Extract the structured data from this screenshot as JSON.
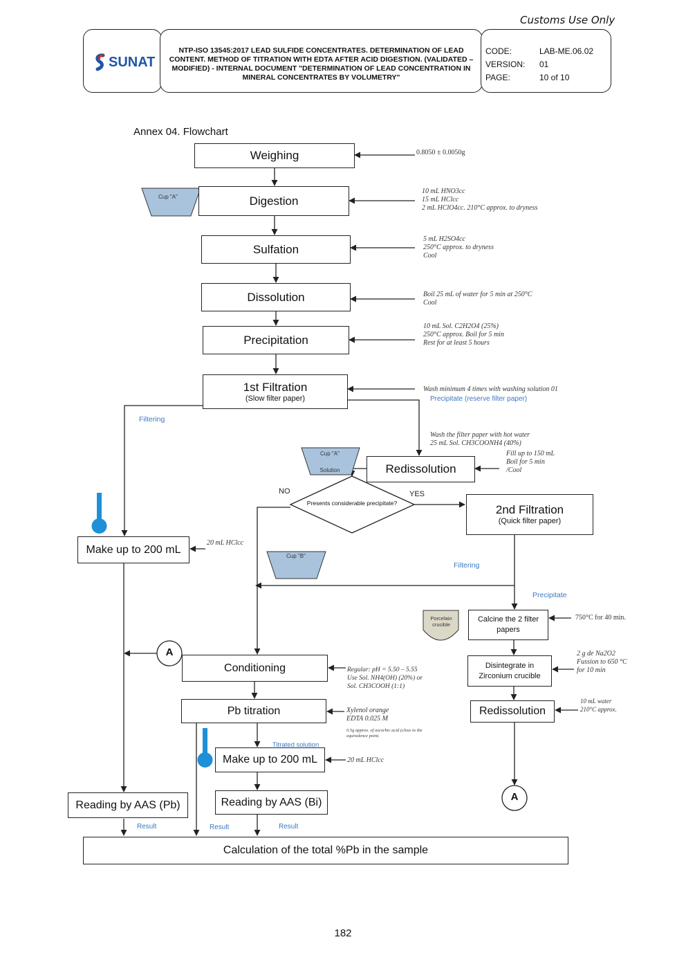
{
  "header": {
    "top_right": "Customs Use Only",
    "logo_text": "SUNAT",
    "title": "NTP-ISO 13545:2017 LEAD SULFIDE CONCENTRATES. DETERMINATION OF LEAD CONTENT. METHOD OF TITRATION WITH EDTA AFTER ACID DIGESTION. (VALIDATED – MODIFIED) - INTERNAL DOCUMENT \"DETERMINATION OF LEAD CONCENTRATION IN MINERAL CONCENTRATES BY VOLUMETRY\"",
    "code_label": "CODE:",
    "code_value": "LAB-ME.06.02",
    "version_label": "VERSION:",
    "version_value": "01",
    "page_label": "PAGE:",
    "page_value": "10 of 10"
  },
  "annex_title": "Annex 04. Flowchart",
  "steps": {
    "weighing": "Weighing",
    "digestion": "Digestion",
    "sulfation": "Sulfation",
    "dissolution": "Dissolution",
    "precipitation": "Precipitation",
    "filtration1": "1st Filtration",
    "filtration1_sub": "(Slow filter paper)",
    "redissolution1": "Redissolution",
    "decision": "Presents considerable precipitate?",
    "filtration2": "2nd Filtration",
    "filtration2_sub": "(Quick filter paper)",
    "makeup1": "Make up to 200 mL",
    "calcine": "Calcine the 2 filter papers",
    "disintegrate": "Disintegrate in Zirconium crucible",
    "redissolution2": "Redissolution",
    "conditioning": "Conditioning",
    "pb_titration": "Pb titration",
    "makeup2": "Make up to 200 mL",
    "reading_pb": "Reading by AAS (Pb)",
    "reading_bi": "Reading by AAS (Bi)",
    "calculation": "Calculation of the total %Pb in the sample"
  },
  "notes": {
    "weighing": "0.8050 ± 0.0050g",
    "digestion": "10 mL HNO3cc\n15 mL HClcc\n2 mL HClO4cc. 210°C approx. to dryness",
    "sulfation": "5 mL H2SO4cc\n250°C approx. to dryness\nCool",
    "dissolution": "Boil 25 mL of water for 5 min at 250°C\nCool",
    "precipitation": "10 mL Sol. C2H2O4 (25%)\n250°C approx. Boil for 5 min\nRest for at least 5 hours",
    "filtration1": "Wash minimum 4 times with washing solution 01",
    "wash_filter": "Wash the filter paper with hot water\n25 mL Sol. CH3COONH4 (40%)",
    "redissolution1": "Fill up to 150 mL\nBoil for 5 min\n/Cool",
    "makeup1": "20 mL HClcc",
    "conditioning": "Regular: pH = 5.50 – 5.55\nUse Sol. NH4(OH) (20%) or\nSol. CH3COOH (1:1)",
    "pb_titration": "Xylenol orange\nEDTA 0.025 M",
    "pb_titration_small": "0.5g approx. of ascorbic acid (close to the\nequivalence point.",
    "makeup2": "20 mL HClcc",
    "calcine": "750°C for 40 min.",
    "disintegrate": "2 g de Na2O2\nFussion to 650 °C\nfor 10 min",
    "redissolution2": "10 mL water\n210°C approx."
  },
  "labels": {
    "precipitate_reserve": "Precipitate (reserve filter paper)",
    "filtering1": "Filtering",
    "no": "NO",
    "yes": "YES",
    "filtering2": "Filtering",
    "precipitate": "Precipitate",
    "titrated_solution": "Titrated solution",
    "result1": "Result",
    "result2": "Result",
    "result3": "Result",
    "cup_a_top": "Cup \"A\"",
    "cup_a2": "Cup \"A\"",
    "cup_a2_sub": "Solution",
    "cup_b": "Cup \"B\"",
    "porcelain": "Porcelain crucible",
    "connector_a": "A"
  },
  "footer": {
    "page_number": "182"
  },
  "colors": {
    "cup_fill": "#a9c3dd",
    "thermo": "#1e90d8",
    "blue_text": "#3a78c2",
    "crucible": "#dcd8c8"
  }
}
